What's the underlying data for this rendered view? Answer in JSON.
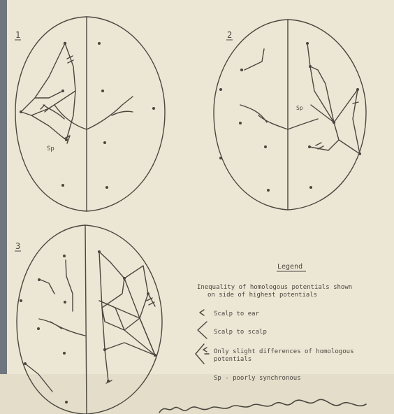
{
  "figure": {
    "panels": [
      {
        "number": "1",
        "annotations": [
          "Sp"
        ]
      },
      {
        "number": "2",
        "annotations": [
          "Sp"
        ]
      },
      {
        "number": "3",
        "annotations": []
      }
    ]
  },
  "legend": {
    "title": "Legend",
    "note_line1": "Inequality of homologous potentials shown",
    "note_line2": "on side of highest potentials",
    "items": [
      {
        "symbol": "short-chevron",
        "label": "Scalp to ear"
      },
      {
        "symbol": "long-chevron",
        "label": "Scalp to scalp"
      },
      {
        "symbol": "double-chevron",
        "label_line1": "Only slight differences of homologous",
        "label_line2": "potentials"
      },
      {
        "symbol": "none",
        "label": "Sp - poorly synchronous"
      }
    ]
  },
  "colors": {
    "paper": "#ece6d4",
    "ink": "#4a4740",
    "background": "#5a6068"
  }
}
